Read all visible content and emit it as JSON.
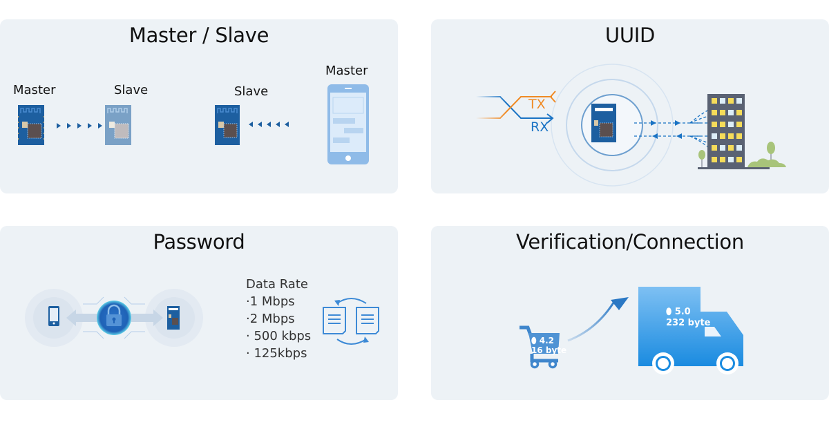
{
  "cards": {
    "master_slave": {
      "title": "Master / Slave",
      "labels": {
        "left_master": "Master",
        "left_slave": "Slave",
        "right_slave": "Slave",
        "right_master": "Master"
      },
      "icons": [
        "ble-module-icon",
        "arrow-right-dots-icon",
        "ble-module-faded-icon",
        "ble-module-icon",
        "arrow-left-dots-icon",
        "smartphone-icon"
      ]
    },
    "uuid": {
      "title": "UUID",
      "tx_label": "TX",
      "rx_label": "RX",
      "colors": {
        "tx": "#f08a24",
        "rx": "#1a73c4"
      },
      "icons": [
        "signal-lines-icon",
        "ble-module-icon",
        "radio-rings-icon",
        "building-icon",
        "tree-icon"
      ]
    },
    "password": {
      "title": "Password",
      "data_rate_heading": "Data Rate",
      "data_rates": [
        "·1 Mbps",
        "·2 Mbps",
        "· 500 kbps",
        "· 125kbps"
      ],
      "icons": [
        "smartphone-icon",
        "padlock-icon",
        "ble-module-icon",
        "document-sync-icon"
      ]
    },
    "verification": {
      "title": "Verification/Connection",
      "cart_version": "4.2",
      "cart_size": "16 byte",
      "truck_version": "5.0",
      "truck_size": "232 byte",
      "icons": [
        "shopping-cart-icon",
        "bluetooth-icon",
        "curved-arrow-icon",
        "truck-icon"
      ]
    }
  },
  "colors": {
    "card_bg": "#edf2f6",
    "accent_blue": "#1a73c4",
    "module_blue": "#1d5fa0"
  }
}
